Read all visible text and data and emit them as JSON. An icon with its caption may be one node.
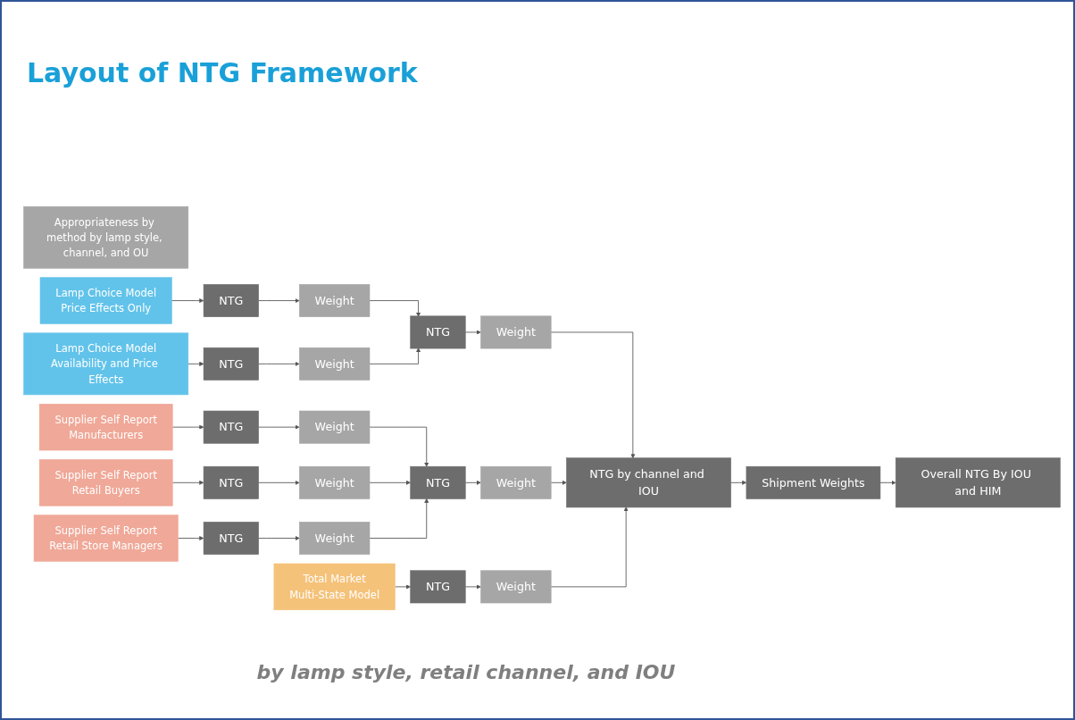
{
  "diagram": {
    "title": "Layout of NTG Framework",
    "nodes": [
      {
        "text": [
          "Appropriateness by method by lamp style, channel, and OU"
        ]
      },
      {
        "text": [
          "Lamp Choice Model",
          "Price Effects Only"
        ]
      },
      {
        "text": [
          "NTG"
        ]
      },
      {
        "text": [
          "Weight"
        ]
      },
      {
        "text": [
          "Lamp Choice Model",
          "Availability and Price Effects"
        ]
      },
      {
        "text": [
          "NTG"
        ]
      },
      {
        "text": [
          "Weight"
        ]
      },
      {
        "text": [
          "NTG"
        ]
      },
      {
        "text": [
          "Weight"
        ]
      },
      {
        "text": [
          "Supplier Self Report",
          "Manufacturers"
        ]
      },
      {
        "text": [
          "NTG"
        ]
      },
      {
        "text": [
          "Weight"
        ]
      },
      {
        "text": [
          "Supplier Self Report",
          "Retail Buyers"
        ]
      },
      {
        "text": [
          "NTG"
        ]
      },
      {
        "text": [
          "Weight"
        ]
      },
      {
        "text": [
          "Supplier Self Report",
          "Retail Store Managers"
        ]
      },
      {
        "text": [
          "NTG"
        ]
      },
      {
        "text": [
          "Weight"
        ]
      },
      {
        "text": [
          "NTG"
        ]
      },
      {
        "text": [
          "Weight"
        ]
      },
      {
        "text": [
          "Total Market",
          "Multi-State Model"
        ]
      },
      {
        "text": [
          "NTG"
        ]
      },
      {
        "text": [
          "Weight"
        ]
      },
      {
        "text": [
          "NTG by channel and IOU"
        ]
      },
      {
        "text": [
          "Shipment Weights"
        ]
      },
      {
        "text": [
          "Overall NTG By IOU and HIM"
        ]
      }
    ],
    "edges": [
      {
        "from": 1,
        "to": 2,
        "arrow": "to"
      },
      {
        "from": 2,
        "to": 3,
        "arrow": "to"
      },
      {
        "from": 4,
        "to": 5,
        "arrow": "to"
      },
      {
        "from": 5,
        "to": 6,
        "arrow": "to"
      },
      {
        "from": 3,
        "to": 7,
        "arrow": "to"
      },
      {
        "from": 6,
        "to": 7,
        "arrow": "to"
      },
      {
        "from": 7,
        "to": 8,
        "arrow": "to"
      },
      {
        "from": 9,
        "to": 10,
        "arrow": "to"
      },
      {
        "from": 10,
        "to": 11,
        "arrow": "to"
      },
      {
        "from": 12,
        "to": 13,
        "arrow": "to"
      },
      {
        "from": 13,
        "to": 14,
        "arrow": "to"
      },
      {
        "from": 15,
        "to": 16,
        "arrow": "to"
      },
      {
        "from": 16,
        "to": 17,
        "arrow": "to"
      },
      {
        "from": 11,
        "to": 18,
        "arrow": "to"
      },
      {
        "from": 14,
        "to": 18,
        "arrow": "to"
      },
      {
        "from": 17,
        "to": 18,
        "arrow": "to"
      },
      {
        "from": 18,
        "to": 19,
        "arrow": "to"
      },
      {
        "from": 20,
        "to": 21,
        "arrow": "to"
      },
      {
        "from": 21,
        "to": 22,
        "arrow": "to"
      },
      {
        "from": 8,
        "to": 23,
        "arrow": "to"
      },
      {
        "from": 19,
        "to": 23,
        "arrow": "to"
      },
      {
        "from": 22,
        "to": 23,
        "arrow": "to"
      },
      {
        "from": 23,
        "to": 24,
        "arrow": "to"
      },
      {
        "from": 24,
        "to": 25,
        "arrow": "to"
      }
    ],
    "labels": [
      "by lamp style, retail channel, and IOU"
    ]
  }
}
